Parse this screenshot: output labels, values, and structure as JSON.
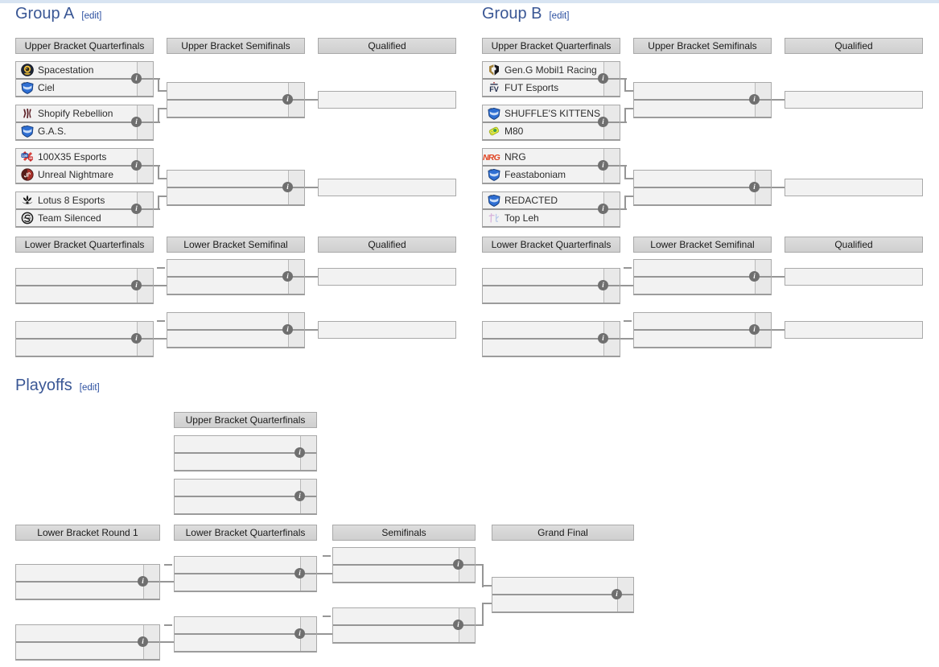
{
  "colors": {
    "heading": "#3a5795",
    "edit_link": "#2b4fa0",
    "header_bg": "#d6d6d6",
    "box_bg": "#f2f2f2",
    "score_bg": "#e9e9e9",
    "border": "#a9a9a9",
    "connector": "#969696",
    "info_icon": "#6f6f6f",
    "top_strip": "#d8e4f2",
    "nrg_red": "#e04422"
  },
  "icons": {
    "info-circle": "i"
  },
  "groups": [
    {
      "title": "Group A",
      "edit_link": "[edit]",
      "upper_round_labels": [
        "Upper Bracket Quarterfinals",
        "Upper Bracket Semifinals",
        "Qualified"
      ],
      "lower_round_labels": [
        "Lower Bracket Quarterfinals",
        "Lower Bracket Semifinal",
        "Qualified"
      ],
      "upper_quarterfinals": [
        {
          "top": {
            "name": "Spacestation",
            "icon": "spacestation-astronaut"
          },
          "bottom": {
            "name": "Ciel",
            "icon": "rocket-league-shield"
          }
        },
        {
          "top": {
            "name": "Shopify Rebellion",
            "icon": "shopify-rebellion"
          },
          "bottom": {
            "name": "G.A.S.",
            "icon": "rocket-league-shield"
          }
        },
        {
          "top": {
            "name": "100X35 Esports",
            "icon": "100x35"
          },
          "bottom": {
            "name": "Unreal Nightmare",
            "icon": "unreal-nightmare"
          }
        },
        {
          "top": {
            "name": "Lotus 8 Esports",
            "icon": "lotus-8"
          },
          "bottom": {
            "name": "Team Silenced",
            "icon": "team-silenced"
          }
        }
      ]
    },
    {
      "title": "Group B",
      "edit_link": "[edit]",
      "upper_round_labels": [
        "Upper Bracket Quarterfinals",
        "Upper Bracket Semifinals",
        "Qualified"
      ],
      "lower_round_labels": [
        "Lower Bracket Quarterfinals",
        "Lower Bracket Semifinal",
        "Qualified"
      ],
      "upper_quarterfinals": [
        {
          "top": {
            "name": "Gen.G Mobil1 Racing",
            "icon": "geng"
          },
          "bottom": {
            "name": "FUT Esports",
            "icon": "fut"
          }
        },
        {
          "top": {
            "name": "SHUFFLE'S KITTENS",
            "icon": "rocket-league-shield"
          },
          "bottom": {
            "name": "M80",
            "icon": "m80"
          }
        },
        {
          "top": {
            "name": "NRG",
            "icon": "nrg-wordmark"
          },
          "bottom": {
            "name": "Feastaboniam",
            "icon": "rocket-league-shield"
          }
        },
        {
          "top": {
            "name": "REDACTED",
            "icon": "rocket-league-shield"
          },
          "bottom": {
            "name": "Top Leh",
            "icon": "top-leh"
          }
        }
      ]
    }
  ],
  "playoffs": {
    "title": "Playoffs",
    "edit_link": "[edit]",
    "upper_round_label": "Upper Bracket Quarterfinals",
    "lower_round_labels": [
      "Lower Bracket Round 1",
      "Lower Bracket Quarterfinals",
      "Semifinals",
      "Grand Final"
    ]
  }
}
